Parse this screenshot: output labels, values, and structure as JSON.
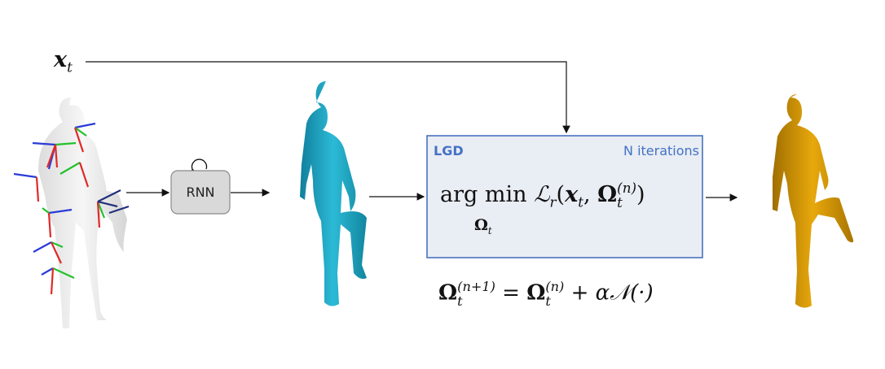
{
  "input_label": {
    "symbol": "x",
    "subscript": "t"
  },
  "rnn": {
    "label": "RNN"
  },
  "lgd": {
    "title": "LGD",
    "iterations_label": "N iterations",
    "objective": {
      "operator": "arg min",
      "loss": "ℒ",
      "loss_sub": "r",
      "args_open": "(",
      "x": "x",
      "x_sub": "t",
      "comma": ",",
      "omega": "Ω",
      "omega_sub": "t",
      "omega_sup": "(n)",
      "args_close": ")",
      "under": "Ω",
      "under_sub": "t"
    }
  },
  "update_rule": {
    "lhs": "Ω",
    "lhs_sub": "t",
    "lhs_sup": "(n+1)",
    "eq": "=",
    "rhs": "Ω",
    "rhs_sub": "t",
    "rhs_sup": "(n)",
    "plus": "+ α𝒩(·)"
  },
  "colors": {
    "lgd_border": "#4a72c0",
    "lgd_fill": "#e9edf4",
    "lgd_text": "#4472c4",
    "rnn_fill": "#d9d9d9",
    "input_body": "#ececec",
    "rnn_body": "#1fa7c4",
    "output_body": "#d99a06"
  }
}
